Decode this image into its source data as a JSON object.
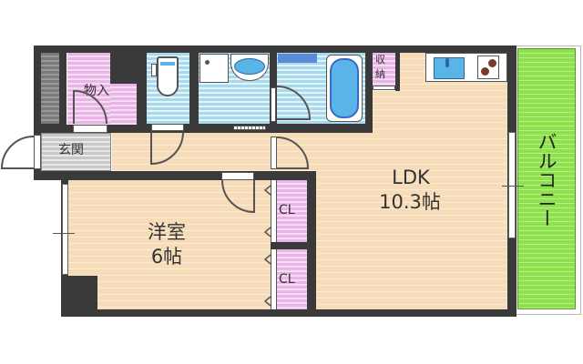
{
  "floor_plan": {
    "rooms": {
      "storage_closet": {
        "label": "物入"
      },
      "entrance": {
        "label": "玄関"
      },
      "ldk": {
        "label": "LDK",
        "size": "10.3帖"
      },
      "western_room": {
        "label": "洋室",
        "size": "6帖"
      },
      "closet_1": {
        "label": "CL"
      },
      "closet_2": {
        "label": "CL"
      },
      "storage_small": {
        "label_line1": "収",
        "label_line2": "納"
      },
      "balcony": {
        "label": "バルコニー"
      }
    },
    "colors": {
      "wall": "#3a3a3a",
      "floor": "#f6dcb8",
      "closet": "#e9b4e6",
      "wet_area": "#a9d9ec",
      "entrance": "#c8c8c8",
      "balcony": "#8ee04c",
      "fixture": "#5ab4e8"
    }
  }
}
